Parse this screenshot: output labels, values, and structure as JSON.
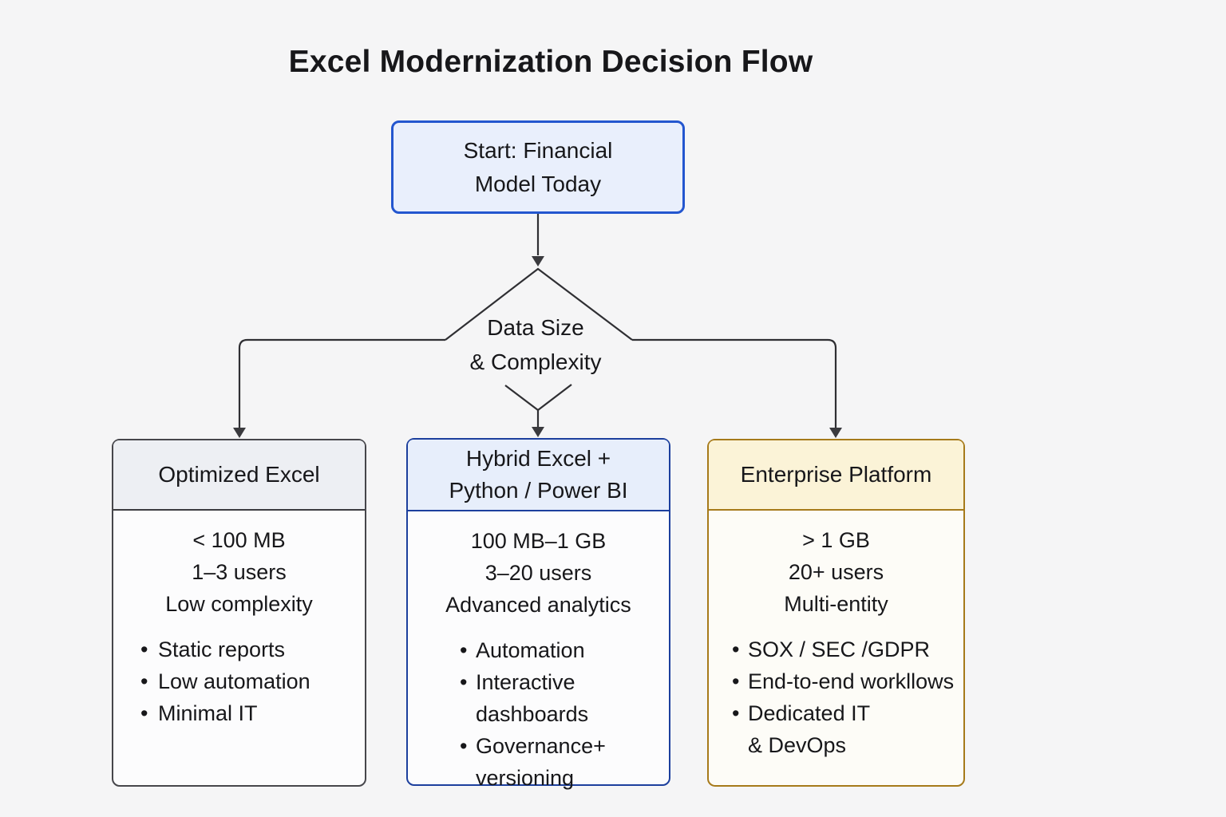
{
  "title": "Excel Modernization Decision Flow",
  "flow": {
    "start": {
      "lines": [
        "Start: Financial",
        "Model Today"
      ]
    },
    "decision": {
      "lines": [
        "Data Size",
        "& Complexity"
      ]
    },
    "branches": [
      {
        "name": "Optimized Excel",
        "title_lines": [
          "Optimized Excel"
        ],
        "specs": [
          "< 100 MB",
          "1–3 users",
          "Low complexity"
        ],
        "bullets": [
          {
            "lines": [
              "Static reports"
            ]
          },
          {
            "lines": [
              "Low automation"
            ]
          },
          {
            "lines": [
              "Minimal IT"
            ]
          }
        ]
      },
      {
        "name": "Hybrid Excel + Python / Power BI",
        "title_lines": [
          "Hybrid Excel +",
          "Python / Power BI"
        ],
        "specs": [
          "100 MB–1 GB",
          "3–20 users",
          "Advanced analytics"
        ],
        "bullets": [
          {
            "lines": [
              "Automation"
            ]
          },
          {
            "lines": [
              "Interactive",
              "dashboards"
            ]
          },
          {
            "lines": [
              "Governance+",
              "versioning"
            ]
          }
        ]
      },
      {
        "name": "Enterprise Platform",
        "title_lines": [
          "Enterprise Platform"
        ],
        "specs": [
          "> 1 GB",
          "20+ users",
          "Multi-entity"
        ],
        "bullets": [
          {
            "lines": [
              "SOX / SEC /GDPR"
            ]
          },
          {
            "lines": [
              "End-to-end workllows"
            ]
          },
          {
            "lines": [
              "Dedicated IT",
              "& DevOps"
            ]
          }
        ]
      }
    ]
  },
  "bullet_glyph": "•",
  "colors": {
    "background": "#f5f5f6",
    "text": "#17171a",
    "connector_line": "#2f2f33",
    "arrowhead": "#3a3a3e",
    "start_fill": "#e9effc",
    "start_border": "#2356cf",
    "branch_gray_border": "#46464b",
    "branch_gray_header_fill": "#edeff3",
    "branch_blue_border": "#1c3f9d",
    "branch_blue_header_fill": "#e7eefb",
    "branch_gold_border": "#a67a1a",
    "branch_gold_header_fill": "#fbf3d7"
  }
}
